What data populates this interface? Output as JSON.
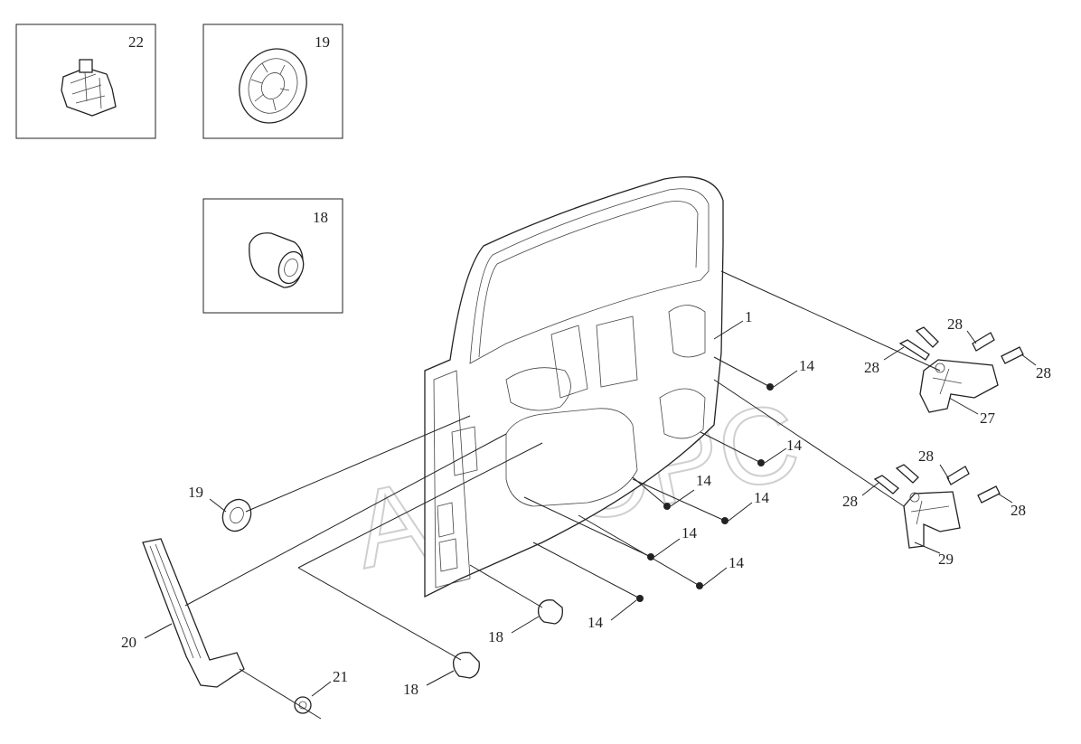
{
  "watermark": "AUTOPC",
  "corner_mark": "",
  "inset_boxes": [
    {
      "label": "22",
      "part": "clip"
    },
    {
      "label": "19",
      "part": "grommet"
    },
    {
      "label": "18",
      "part": "bumper"
    }
  ],
  "callouts": {
    "door_panel": "1",
    "bolt_a": "14",
    "bolt_b": "14",
    "bolt_c": "14",
    "bolt_d": "14",
    "bolt_e": "14",
    "bolt_f": "14",
    "bolt_g": "14",
    "hinge_upper": "27",
    "hinge_lower": "29",
    "screw_u1": "28",
    "screw_u2": "28",
    "screw_u3": "28",
    "screw_l1": "28",
    "screw_l2": "28",
    "screw_l3": "28",
    "grommet": "19",
    "glass_run": "20",
    "nut": "21",
    "bumper_a": "18",
    "bumper_b": "18"
  },
  "colors": {
    "ink": "#222222",
    "watermark": "#cfcfcf",
    "background": "#ffffff"
  }
}
